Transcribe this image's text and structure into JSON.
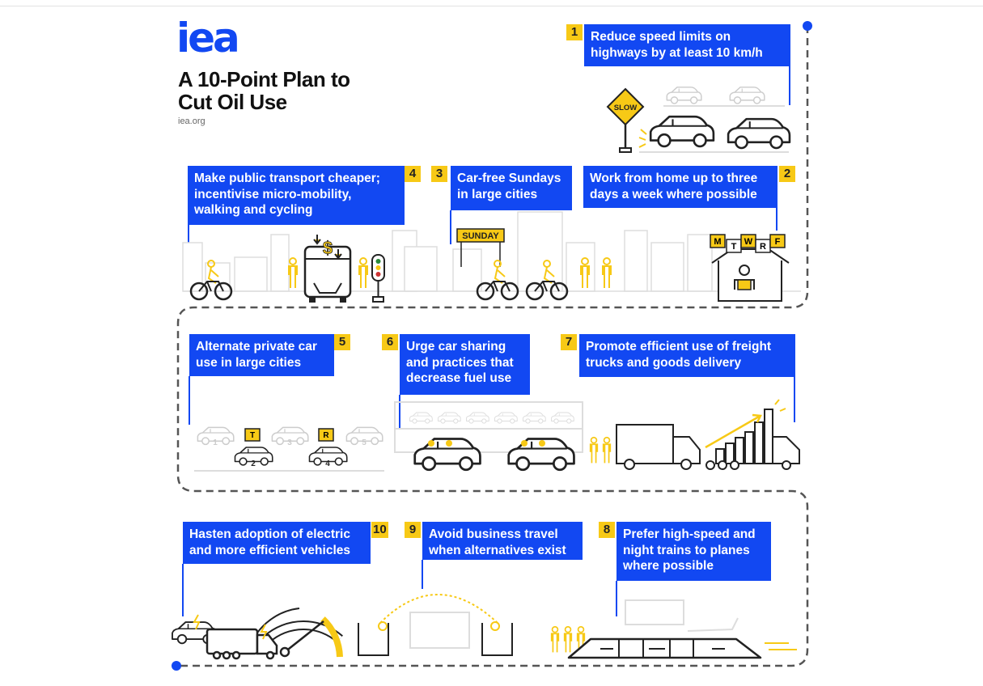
{
  "header": {
    "logo": "iea",
    "title_line1": "A 10-Point Plan to",
    "title_line2": "Cut Oil Use",
    "site": "iea.org"
  },
  "points": [
    {
      "number": "1",
      "text": "Reduce speed limits on highways by at least 10 km/h"
    },
    {
      "number": "2",
      "text": "Work from home up to three days a week where possible"
    },
    {
      "number": "3",
      "text": "Car-free Sundays in large cities"
    },
    {
      "number": "4",
      "text": "Make public transport cheaper; incentivise micro-mobility, walking and cycling"
    },
    {
      "number": "5",
      "text": "Alternate private car use in large cities"
    },
    {
      "number": "6",
      "text": "Urge car sharing and practices that decrease fuel use"
    },
    {
      "number": "7",
      "text": "Promote efficient use of freight trucks and goods delivery"
    },
    {
      "number": "8",
      "text": "Prefer high-speed and night trains to planes where possible"
    },
    {
      "number": "9",
      "text": "Avoid business travel when alternatives exist"
    },
    {
      "number": "10",
      "text": "Hasten adoption of electric and more efficient vehicles"
    }
  ],
  "illustration_labels": {
    "slow_sign": "SLOW",
    "sunday_sign": "SUNDAY",
    "days": [
      "M",
      "T",
      "W",
      "R",
      "F"
    ],
    "dollar": "$",
    "alternate_tags": [
      "T",
      "R"
    ],
    "car_numbers": [
      "1",
      "2",
      "3",
      "4",
      "5"
    ]
  },
  "colors": {
    "brand_blue": "#1248f2",
    "accent_yellow": "#f7c916",
    "path_gray": "#555555"
  }
}
